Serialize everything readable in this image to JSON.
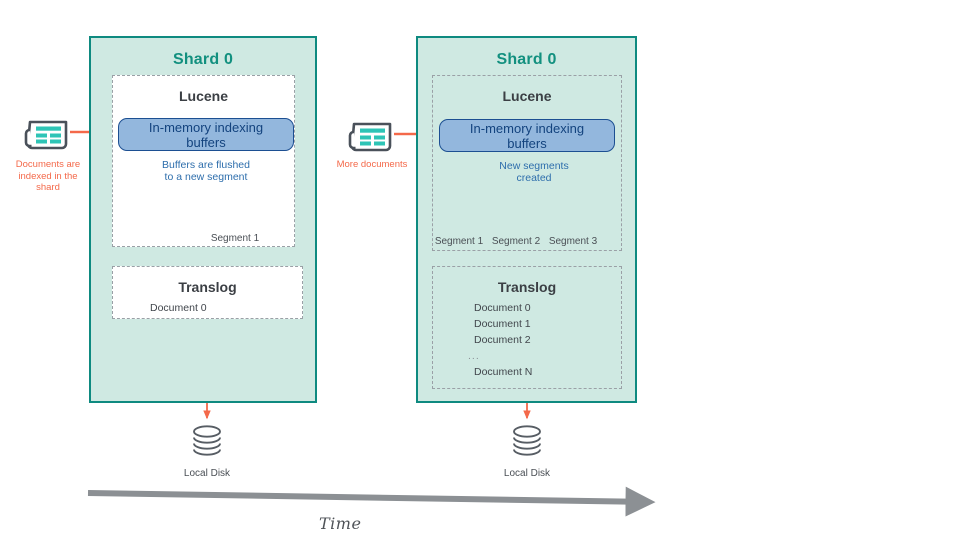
{
  "colors": {
    "shard_fill": "#cfe9e2",
    "shard_border": "#0e8a80",
    "shard_title": "#12907f",
    "buffer_fill": "#93b7dd",
    "buffer_border": "#1c4f92",
    "buffer_text": "#13437e",
    "note_blue": "#2e6eac",
    "arrow_blue": "#1f5fa8",
    "arrow_orange": "#f4694a",
    "dashed_border": "#9aa0a6",
    "doc_icon_dark": "#4a515a",
    "doc_icon_teal": "#2ec4b6",
    "time_arrow": "#8c9094"
  },
  "diagram": {
    "title_implicit": "Elasticsearch shard indexing over time",
    "time_axis": {
      "label": "Time",
      "icon": "arrow-right-icon"
    }
  },
  "stages": [
    {
      "id": "stage-1",
      "shard_title": "Shard 0",
      "source_icon": "newspaper-document-icon",
      "source_label": "Documents are\nindexed in the\nshard",
      "source_label_lines": [
        "Documents are",
        "indexed in the",
        "shard"
      ],
      "lucene": {
        "title": "Lucene",
        "buffer_label": "In-memory indexing buffers",
        "buffer_label_lines": [
          "In-memory indexing",
          "buffers"
        ],
        "flush_note_lines": [
          "Buffers are flushed",
          "to a new segment"
        ],
        "segments": [
          {
            "icon": "segment-file-icon",
            "label": "Segment 1"
          }
        ]
      },
      "translog": {
        "title": "Translog",
        "entries": [
          {
            "icon": "document-list-icon",
            "label": "Document 0"
          }
        ]
      },
      "disk": {
        "icon": "database-disk-icon",
        "label": "Local Disk"
      }
    },
    {
      "id": "stage-2",
      "shard_title": "Shard 0",
      "source_icon": "newspaper-document-icon",
      "source_label": "More documents",
      "source_label_lines": [
        "More documents"
      ],
      "lucene": {
        "title": "Lucene",
        "buffer_label": "In-memory indexing buffers",
        "buffer_label_lines": [
          "In-memory indexing",
          "buffers"
        ],
        "flush_note_lines": [
          "New segments",
          "created"
        ],
        "segments": [
          {
            "icon": "segment-file-icon",
            "label": "Segment 1"
          },
          {
            "icon": "segment-file-icon",
            "label": "Segment 2"
          },
          {
            "icon": "segment-file-icon",
            "label": "Segment 3"
          }
        ]
      },
      "translog": {
        "title": "Translog",
        "entries": [
          {
            "icon": "document-list-icon",
            "label": "Document 0"
          },
          {
            "icon": "document-list-icon",
            "label": "Document 1"
          },
          {
            "icon": "document-list-icon",
            "label": "Document 2"
          },
          {
            "icon": "ellipsis",
            "label": "..."
          },
          {
            "icon": "document-list-icon",
            "label": "Document N"
          }
        ]
      },
      "disk": {
        "icon": "database-disk-icon",
        "label": "Local Disk"
      }
    }
  ]
}
